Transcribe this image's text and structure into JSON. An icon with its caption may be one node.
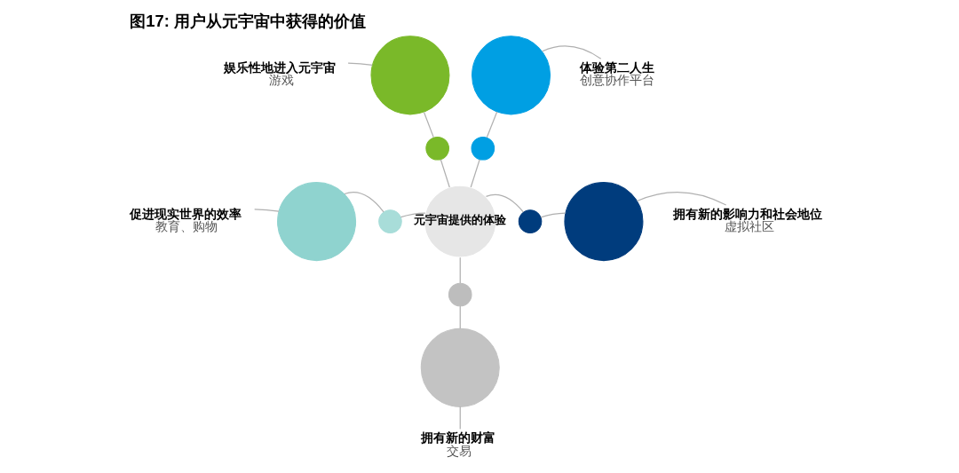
{
  "diagram": {
    "title": "图17: 用户从元宇宙中获得的价值",
    "nodes": [
      {
        "text": [
          "娱乐性地进入元宇宙",
          "游戏"
        ]
      },
      {
        "text": [],
        "shape": "circle"
      },
      {
        "text": [],
        "shape": "circle"
      },
      {
        "text": [
          "体验第二人生",
          "创意协作平台"
        ]
      },
      {
        "text": [],
        "shape": "circle"
      },
      {
        "text": [],
        "shape": "circle"
      },
      {
        "text": [
          "元宇宙提供的体验"
        ]
      },
      {
        "text": [
          "促进现实世界的效率",
          "教育、购物"
        ]
      },
      {
        "text": [],
        "shape": "circle"
      },
      {
        "text": [],
        "shape": "circle"
      },
      {
        "text": [],
        "shape": "circle"
      },
      {
        "text": [],
        "shape": "circle"
      },
      {
        "text": [
          "拥有新的影响力和社会地位",
          "虚拟社区"
        ]
      },
      {
        "text": [],
        "shape": "circle"
      },
      {
        "text": [],
        "shape": "circle"
      },
      {
        "text": [
          "拥有新的财富",
          "交易"
        ]
      }
    ],
    "edges": [
      {
        "from": 0,
        "to": 1,
        "arrow": "none"
      },
      {
        "from": 3,
        "to": 2,
        "arrow": "none"
      },
      {
        "from": 1,
        "to": 4,
        "arrow": "none"
      },
      {
        "from": 2,
        "to": 5,
        "arrow": "none"
      },
      {
        "from": 4,
        "to": 6,
        "arrow": "none"
      },
      {
        "from": 5,
        "to": 6,
        "arrow": "none"
      },
      {
        "from": 7,
        "to": 8,
        "arrow": "none"
      },
      {
        "from": 8,
        "to": 9,
        "arrow": "none"
      },
      {
        "from": 9,
        "to": 6,
        "arrow": "none"
      },
      {
        "from": 6,
        "to": 10,
        "arrow": "none"
      },
      {
        "from": 10,
        "to": 11,
        "arrow": "none"
      },
      {
        "from": 12,
        "to": 11,
        "arrow": "none"
      },
      {
        "from": 6,
        "to": 13,
        "arrow": "none"
      },
      {
        "from": 13,
        "to": 14,
        "arrow": "none"
      },
      {
        "from": 14,
        "to": 15,
        "arrow": "none"
      }
    ]
  }
}
